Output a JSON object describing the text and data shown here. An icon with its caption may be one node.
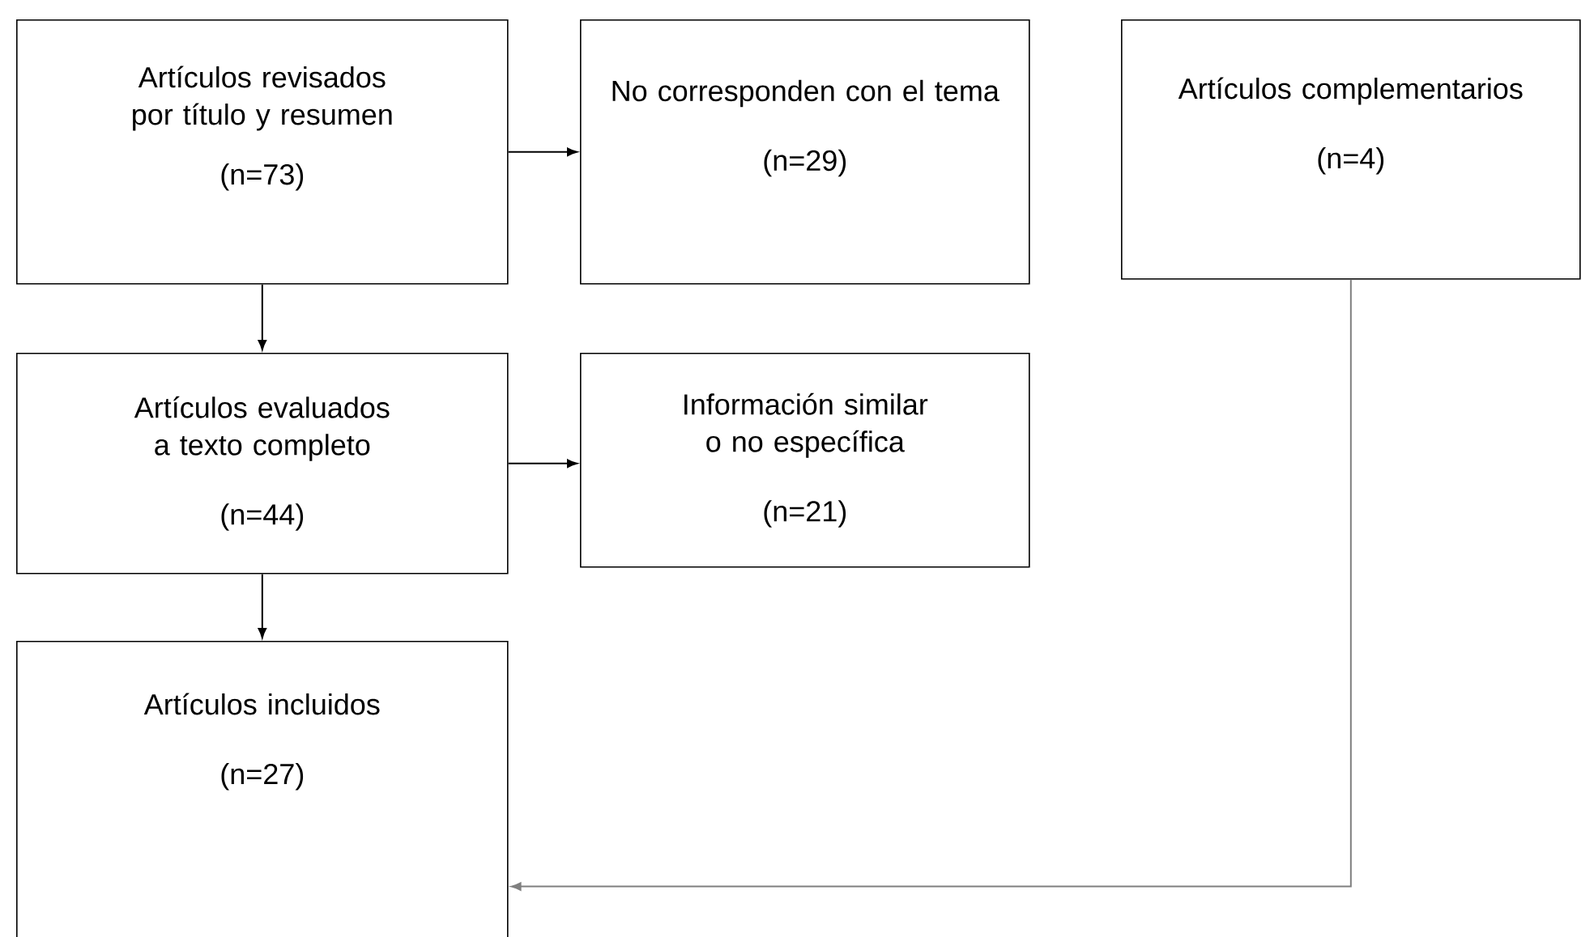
{
  "diagram": {
    "nodes": [
      {
        "text": [
          "Artículos revisados por título y resumen",
          "(n=73)"
        ]
      },
      {
        "text": [
          "No corresponden con el tema",
          "(n=29)"
        ]
      },
      {
        "text": [
          "Artículos complementarios",
          "(n=4)"
        ]
      },
      {
        "text": [
          "Artículos evaluados a texto completo",
          "(n=44)"
        ]
      },
      {
        "text": [
          "Información similar o no específica",
          "(n=21)"
        ]
      },
      {
        "text": [
          "Artículos incluidos",
          "(n=27)"
        ]
      }
    ],
    "edges": [
      {
        "from": 0,
        "to": 1,
        "arrow": "to"
      },
      {
        "from": 0,
        "to": 3,
        "arrow": "to"
      },
      {
        "from": 3,
        "to": 4,
        "arrow": "to"
      },
      {
        "from": 3,
        "to": 5,
        "arrow": "to"
      },
      {
        "from": 2,
        "to": 5,
        "arrow": "to",
        "color": "#7f7f7f"
      }
    ]
  }
}
